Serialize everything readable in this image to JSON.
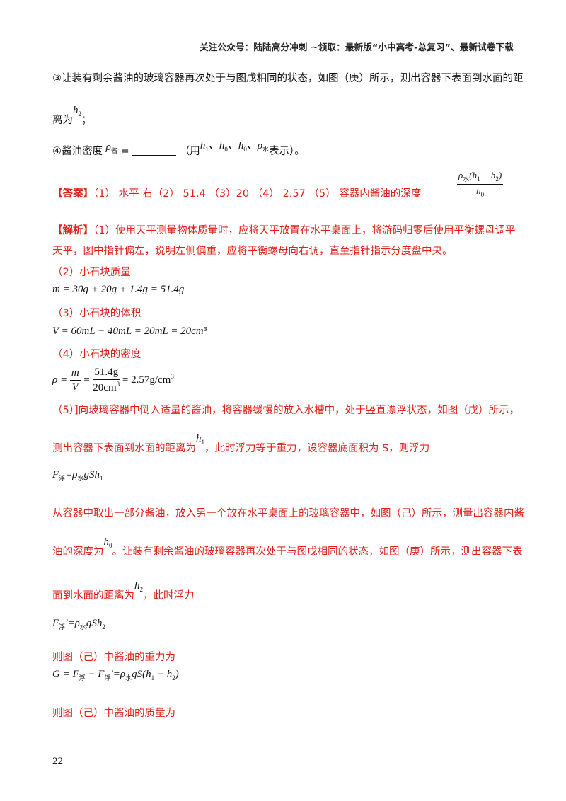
{
  "header": "关注公众号：陆陆高分冲刺 ~领取：最新版“小中高考-总复习”、最新试卷下载",
  "q3": {
    "line1": "③让装有剩余酱油的玻璃容器再次处于与图戊相同的状态，如图（庚）所示，测出容器下表面到水面的距",
    "line2_pre": "离为",
    "line2_post": "；"
  },
  "q4": {
    "label": "④酱油密度",
    "eq": "=",
    "use_pre": "（用",
    "use_post": "表示）。"
  },
  "answer": {
    "tag": "【答案】",
    "text": "（1） 水平  右（2） 51.4 （3）20 （4） 2.57 （5） 容器内酱油的深度"
  },
  "analysis": {
    "tag": "【解析】",
    "p1a": "（1）使用天平测量物体质量时，应将天平放置在水平桌面上，将游码归零后使用平衡螺母调平",
    "p1b": "天平，图中指针偏左，说明左侧偏重，应将平衡螺母向右调，直至指针指示分度盘中央。",
    "s2": "（2）小石块质量",
    "eq_m": "m = 30g + 20g + 1.4g = 51.4g",
    "s3": "（3）小石块的体积",
    "eq_v": "V = 60mL − 40mL = 20mL = 20cm³",
    "s4": "（4）小石块的密度",
    "s5a": "（5）]向玻璃容器中倒入适量的酱油，将容器缓慢的放入水槽中，处于竖直漂浮状态，如图（戊）所示，",
    "s5b_pre": "测出容器下表面到水面的距离为",
    "s5b_post": "，此时浮力等于重力，设容器底面积为 S，则浮力",
    "s6a": "从容器中取出一部分酱油，放入另一个放在水平桌面上的玻璃容器中，如图（己）所示，测量出容器内酱",
    "s6b_pre": "油的深度为",
    "s6b_post": "。让装有剩余酱油的玻璃容器再次处于与图戊相同的状态，如图（庚）所示，测出容器下表",
    "s6c_pre": "面到水面的距离为",
    "s6c_post": "，此时浮力",
    "s7": "则图（己）中酱油的重力为",
    "s8": "则图（己）中酱油的质量为"
  },
  "page_number": "22"
}
